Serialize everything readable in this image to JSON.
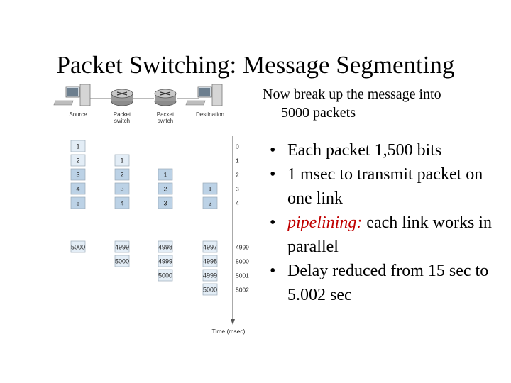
{
  "slide": {
    "title": "Packet Switching: Message Segmenting",
    "intro": [
      "Now break up the message into",
      "5000 packets"
    ],
    "bullets": [
      {
        "text": "Each packet 1,500 bits"
      },
      {
        "text": "1 msec to transmit packet on one link"
      },
      {
        "emph": "pipelining:",
        "text": " each link works in parallel"
      },
      {
        "text": "Delay reduced from 15 sec to 5.002 sec"
      }
    ],
    "bullet_char": "•",
    "accent_color": "#c00000"
  },
  "figure": {
    "node_labels": [
      [
        "Source"
      ],
      [
        "Packet",
        "switch"
      ],
      [
        "Packet",
        "switch"
      ],
      [
        "Destination"
      ]
    ],
    "node_icons": [
      "computer-icon",
      "router-icon",
      "router-icon",
      "computer-icon"
    ],
    "packet_columns": [
      {
        "top": [
          "1",
          "2",
          "3",
          "4",
          "5"
        ],
        "bottom": [
          "5000"
        ]
      },
      {
        "top": [
          "",
          "1",
          "2",
          "3",
          "4"
        ],
        "bottom": [
          "4999",
          "5000"
        ]
      },
      {
        "top": [
          "",
          "",
          "1",
          "2",
          "3"
        ],
        "bottom": [
          "4998",
          "4999",
          "5000"
        ]
      },
      {
        "top": [
          "",
          "",
          "",
          "1",
          "2"
        ],
        "bottom": [
          "4997",
          "4998",
          "4999",
          "5000"
        ]
      }
    ],
    "time_ticks_top": [
      "0",
      "1",
      "2",
      "3",
      "4"
    ],
    "time_ticks_bottom": [
      "4999",
      "5000",
      "5001",
      "5002"
    ],
    "time_axis_label": "Time (msec)",
    "colors": {
      "packet_fill": "#e3edf6",
      "packet_fill_dark": "#bcd2e6",
      "packet_border": "#9aaab8",
      "axis": "#555555"
    }
  }
}
